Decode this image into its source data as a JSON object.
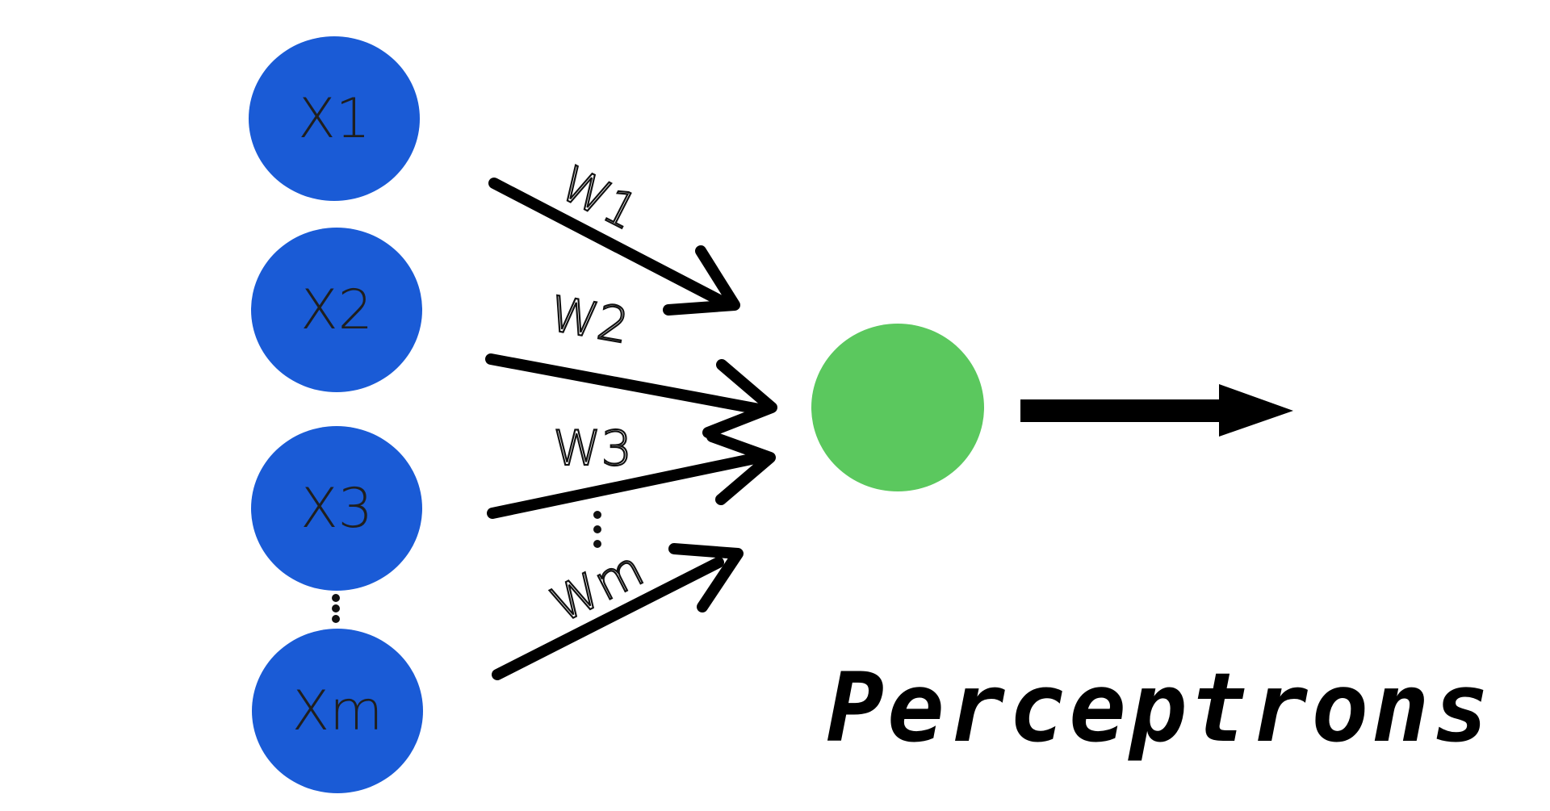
{
  "diagram": {
    "caption": "Perceptrons",
    "inputs": [
      {
        "label": "X1"
      },
      {
        "label": "X2"
      },
      {
        "label": "X3"
      },
      {
        "label": "Xm"
      }
    ],
    "weights": [
      {
        "label": "W1"
      },
      {
        "label": "W2"
      },
      {
        "label": "W3"
      },
      {
        "label": "Wm"
      }
    ],
    "colors": {
      "input_node": "#1a5bd6",
      "output_node": "#5bc85e",
      "arrow": "#000000"
    }
  }
}
